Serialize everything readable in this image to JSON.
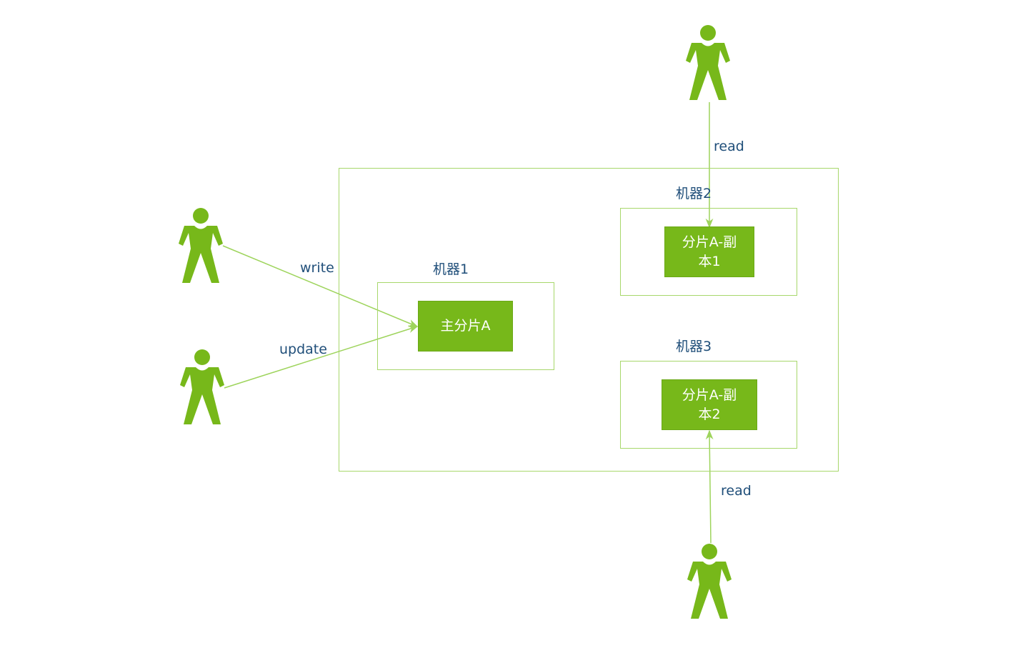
{
  "colors": {
    "accent_green": "#77b81a",
    "frame_green": "#a7d76b",
    "arrow_green": "#9ed45c",
    "label_blue": "#1f4e79"
  },
  "machines": {
    "m1_label": "机器1",
    "m2_label": "机器2",
    "m3_label": "机器3"
  },
  "shards": {
    "primary": "主分片A",
    "replica1_line1": "分片A-副",
    "replica1_line2": "本1",
    "replica2_line1": "分片A-副",
    "replica2_line2": "本2"
  },
  "edges": {
    "write": "write",
    "update": "update",
    "read_top": "read",
    "read_bottom": "read"
  },
  "actors": [
    {
      "icon": "person-icon",
      "role": "writer"
    },
    {
      "icon": "person-icon",
      "role": "updater"
    },
    {
      "icon": "person-icon",
      "role": "reader-top"
    },
    {
      "icon": "person-icon",
      "role": "reader-bottom"
    }
  ]
}
